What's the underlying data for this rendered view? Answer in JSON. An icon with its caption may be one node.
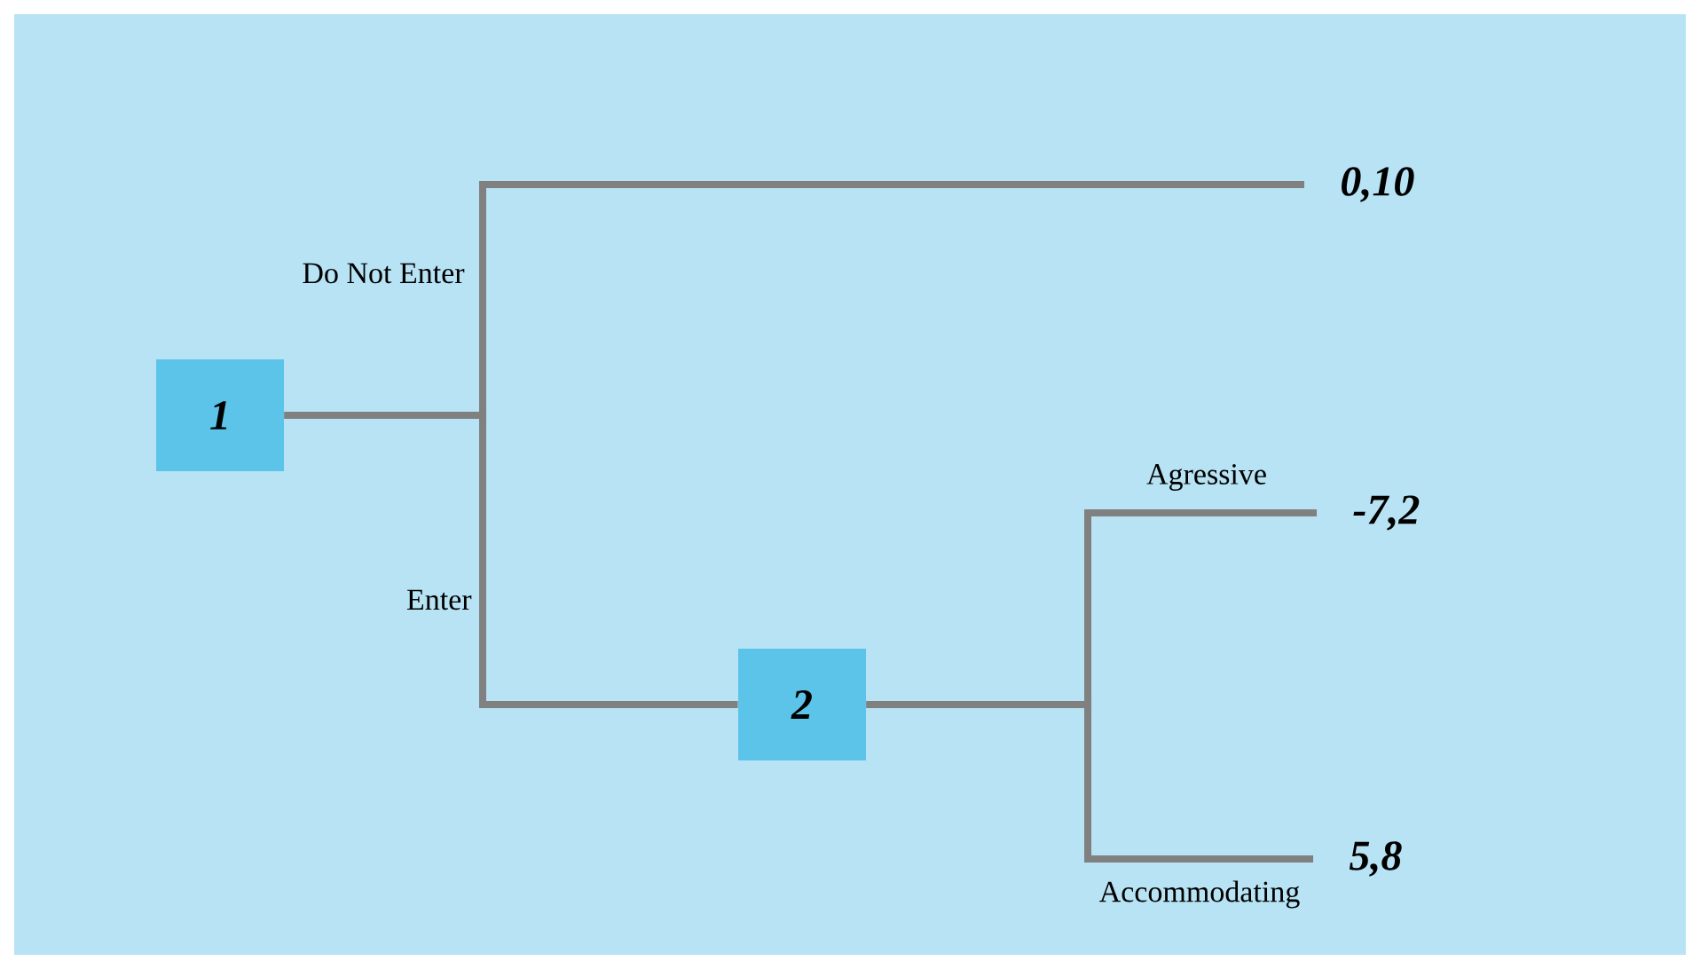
{
  "diagram": {
    "nodes": [
      {
        "text": [
          "1"
        ]
      },
      {
        "text": [
          "2"
        ]
      },
      {
        "text": [
          "0,10"
        ]
      },
      {
        "text": [
          "-7,2"
        ]
      },
      {
        "text": [
          "5,8"
        ]
      }
    ],
    "edges": [
      {
        "from": 0,
        "to": 2,
        "arrow": "none",
        "label": "Do Not Enter"
      },
      {
        "from": 0,
        "to": 1,
        "arrow": "none",
        "label": "Enter"
      },
      {
        "from": 1,
        "to": 3,
        "arrow": "none",
        "label": "Agressive"
      },
      {
        "from": 1,
        "to": 4,
        "arrow": "none",
        "label": "Accommodating"
      }
    ]
  }
}
